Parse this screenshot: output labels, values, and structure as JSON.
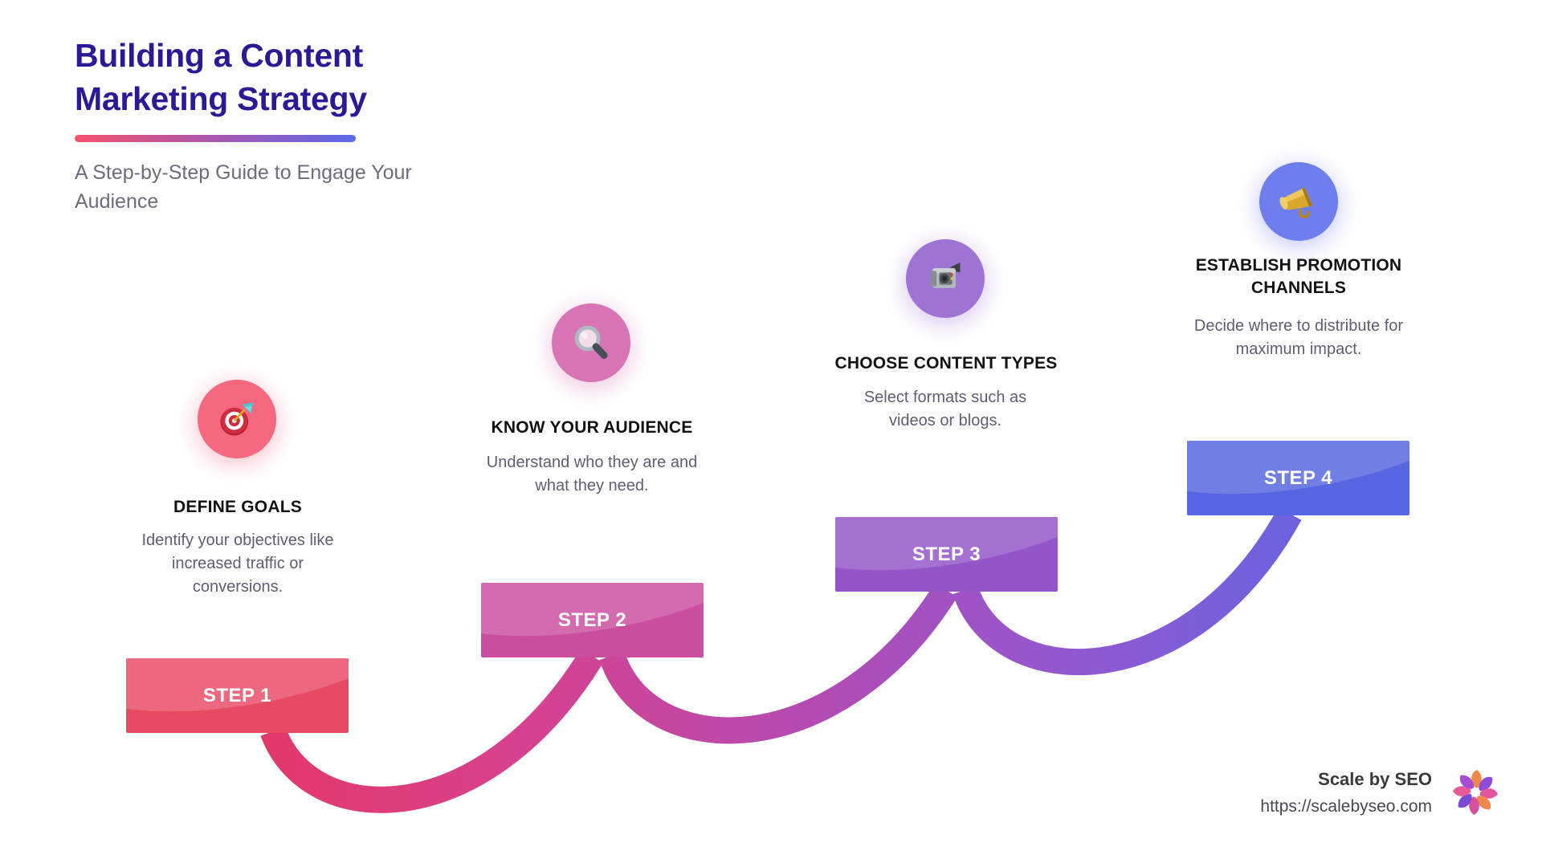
{
  "header": {
    "title_line1": "Building a Content",
    "title_line2": "Marketing Strategy",
    "subtitle": "A Step-by-Step Guide to Engage Your Audience"
  },
  "steps": [
    {
      "label": "STEP 1",
      "name": "DEFINE GOALS",
      "description": "Identify your objectives like increased traffic or conversions.",
      "icon": "target-icon",
      "box_color": "#e84a64",
      "circle_color": "#f5687f"
    },
    {
      "label": "STEP 2",
      "name": "KNOW YOUR AUDIENCE",
      "description": "Understand who they are and what they need.",
      "icon": "magnifier-icon",
      "box_color": "#cb4d9f",
      "circle_color": "#d873b4"
    },
    {
      "label": "STEP 3",
      "name": "CHOOSE CONTENT TYPES",
      "description": "Select formats such as videos or blogs.",
      "icon": "video-camera-icon",
      "box_color": "#9355c8",
      "circle_color": "#9d74d4"
    },
    {
      "label": "STEP 4",
      "name": "ESTABLISH PROMOTION CHANNELS",
      "description": "Decide where to distribute for maximum impact.",
      "icon": "megaphone-icon",
      "box_color": "#5566e0",
      "circle_color": "#6e7eec"
    }
  ],
  "footer": {
    "brand": "Scale by SEO",
    "url": "https://scalebyseo.com"
  },
  "colors": {
    "title": "#2b1a96",
    "subtitle": "#6c6c7c",
    "accent_gradient_start": "#f4526b",
    "accent_gradient_end": "#5a6ae8",
    "rope_gradient": [
      "#e73455",
      "#d8418d",
      "#b14cb5",
      "#8a5bd6",
      "#5667e2"
    ],
    "background": "#ffffff"
  }
}
